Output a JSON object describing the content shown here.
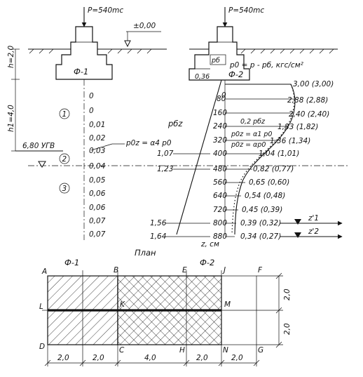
{
  "loads": {
    "left": "P=540mc",
    "right": "P=540mc"
  },
  "ground_level": "±0,00",
  "footings": {
    "left": "Ф-1",
    "right": "Ф-2"
  },
  "dimensions": {
    "h": "h=2,0",
    "h1": "h1=4,0",
    "pad": "0,36"
  },
  "groundwater": "6,80 УГВ",
  "layers": [
    "1",
    "2",
    "3"
  ],
  "alpha_column": [
    "0",
    "0",
    "0,01",
    "0,02",
    "0,03",
    "0,04",
    "0,05",
    "0,06",
    "0,06",
    "0,07",
    "0,07"
  ],
  "formulas": {
    "p0z_left": "p0z = α4 p0",
    "p0": "p0 = p - pб, кгс/см²",
    "pbz": "pбz",
    "pb_small": "pб",
    "coef": "0,2 pбz",
    "p0z_a1": "p0z = α1 p0",
    "p0z_alpha": "p0z = αp0"
  },
  "depth_axis": {
    "label": "z, см",
    "ticks": [
      "0",
      "80",
      "160",
      "240",
      "320",
      "400",
      "480",
      "560",
      "640",
      "720",
      "800",
      "880"
    ]
  },
  "pbz_labels": [
    "1,07",
    "1,23",
    "1,56",
    "1,64"
  ],
  "pressure_labels": [
    "3,00 (3,00)",
    "2,88 (2,88)",
    "2,40 (2,40)",
    "1,83 (1,82)",
    "1,36 (1,34)",
    "1,04 (1,01)",
    "0,82 (0,77)",
    "0,65 (0,60)",
    "0,54 (0,48)",
    "0,45 (0,39)",
    "0,39 (0,32)",
    "0,34 (0,27)"
  ],
  "z_markers": [
    "z'1",
    "z'2"
  ],
  "plan": {
    "title": "План",
    "footings": [
      "Ф-1",
      "Ф-2"
    ],
    "corners": [
      "A",
      "B",
      "E",
      "J",
      "F",
      "L",
      "K",
      "M",
      "D",
      "C",
      "H",
      "N",
      "G"
    ],
    "bottom_dims": [
      "2,0",
      "2,0",
      "4,0",
      "2,0",
      "2,0"
    ],
    "side_dims": [
      "2,0",
      "2,0"
    ]
  }
}
